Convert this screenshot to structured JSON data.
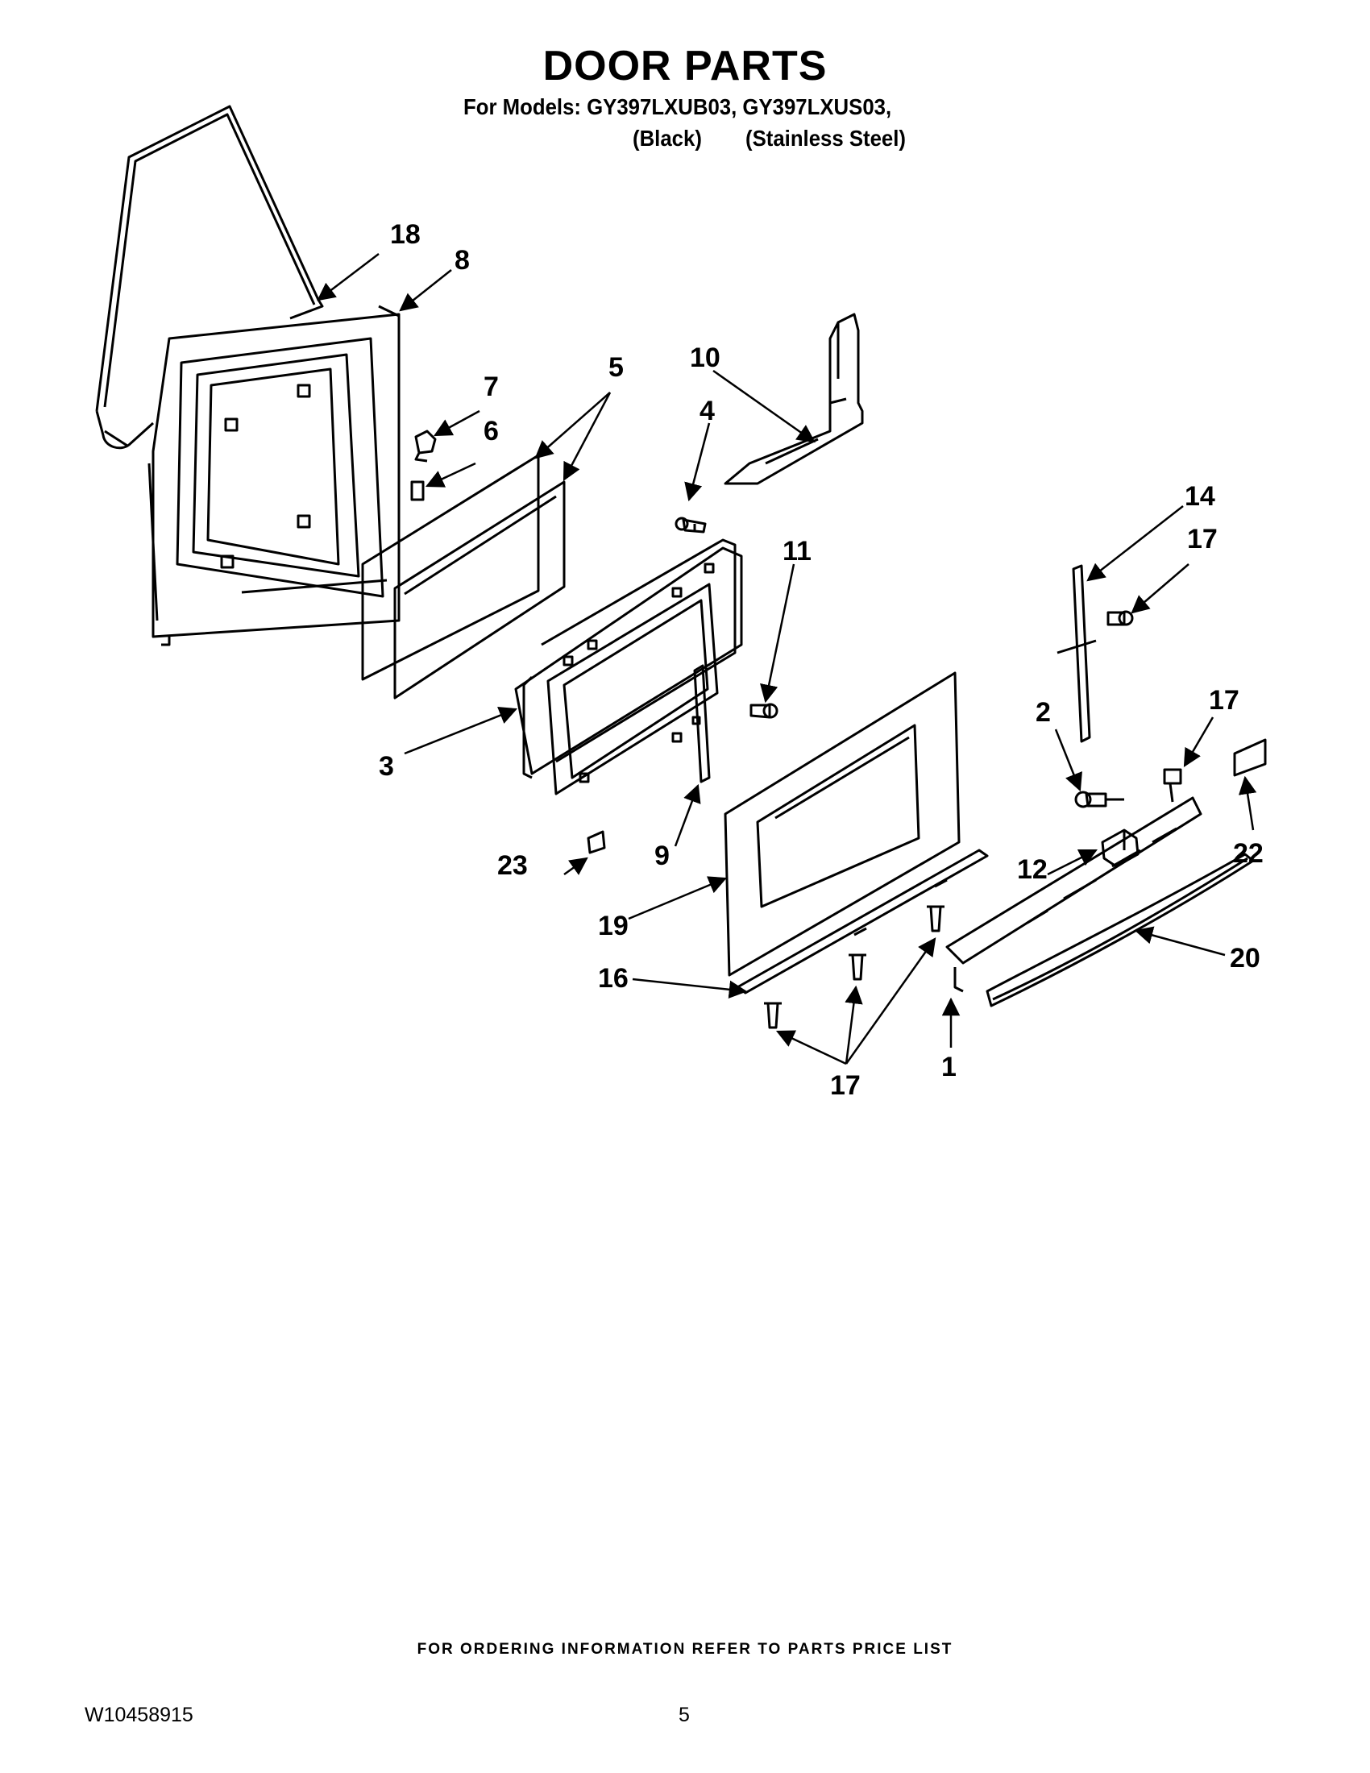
{
  "header": {
    "title": "DOOR PARTS",
    "models_line": "For Models: GY397LXUB03, GY397LXUS03,",
    "finish_black": "(Black)",
    "finish_steel": "(Stainless Steel)"
  },
  "callouts": {
    "c1": "1",
    "c2": "2",
    "c3": "3",
    "c4": "4",
    "c5": "5",
    "c6": "6",
    "c7": "7",
    "c8": "8",
    "c9": "9",
    "c10": "10",
    "c11": "11",
    "c12": "12",
    "c14": "14",
    "c16": "16",
    "c17a": "17",
    "c17b": "17",
    "c17c": "17",
    "c18": "18",
    "c19": "19",
    "c20": "20",
    "c22": "22",
    "c23": "23"
  },
  "footer": {
    "note": "FOR ORDERING INFORMATION REFER TO PARTS PRICE LIST",
    "doc_number": "W10458915",
    "page_number": "5"
  }
}
